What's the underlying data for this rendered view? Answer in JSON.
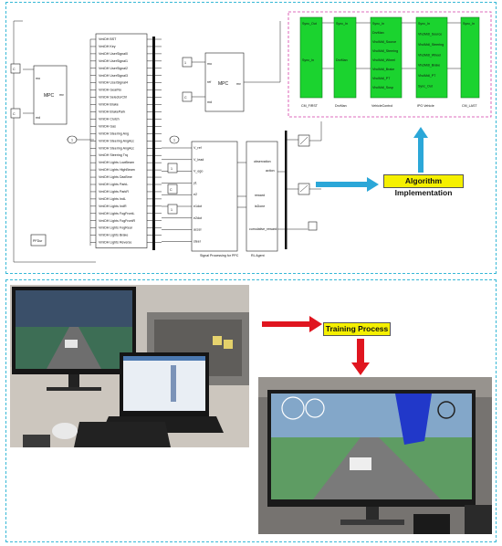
{
  "labels": {
    "algorithm_implementation": "Algorithm Implementation",
    "training_process": "Training Process"
  },
  "simulink": {
    "mpc_label": "MPC",
    "rl_agent_label": "RL Agent",
    "signal_processing_label": "Signal Processing for PPC",
    "pfdur_label": "PFDur",
    "bus_signals": [
      "VmiDH BST",
      "VmiDH Key",
      "VmiDH UserSignal0",
      "VmiDH UserSignal1",
      "VmiDH UserSignal2",
      "VmiDH UserSignal3",
      "VmiDH UserSignal4",
      "VmiDH GearNo",
      "VmiDH SelectorCtrl",
      "VmiDH Brake",
      "VmiDH BrakePark",
      "VmiDH Clutch",
      "VmiDH Gas",
      "VmiDH Steering Ang",
      "VmiDH Steering AngAcc",
      "VmiDH Steering AngAcc",
      "VmiDH Steering Trq",
      "VmiDH Lights LowBeam",
      "VmiDH Lights HighBeam",
      "VmiDH Lights DaxBme",
      "VmiDH Lights ParkL",
      "VmiDH Lights ParkR",
      "VmiDH Lights IndL",
      "VmiDH Lights IndR",
      "VmiDH Lights FogFrontL",
      "VmiDH Lights FogFrontR",
      "VmiDH Lights FogRear",
      "VmiDH Lights Brake",
      "VmiDH Lights Reverse"
    ],
    "sp_inputs": [
      "V_ref",
      "V_lead",
      "V_ego",
      "y1",
      "e2",
      "e1dot",
      "e2dot",
      "accel",
      "steer"
    ],
    "rl_inputs": [
      "observation",
      "reward",
      "isDone",
      "cumulative_reward"
    ],
    "rl_outputs": [
      "action"
    ],
    "mpc_ports": [
      "mo",
      "ref",
      "md",
      "mv"
    ],
    "const_values": [
      "C",
      "C",
      "1",
      "C",
      "1"
    ],
    "top_blocks": [
      {
        "name": "CM_FIRST",
        "ports": [
          "Sync_Out",
          "Sync_In"
        ]
      },
      {
        "name": "DrvMan",
        "ports": [
          "Sync_In",
          "DrvMan"
        ]
      },
      {
        "name": "VehicleControl",
        "ports": [
          "Sync_In",
          "DrvMan",
          "VhclMdl_Source",
          "VhclMdl_Steering",
          "VhclMdl_Wheel",
          "VhclMdl_Brake",
          "VhclMdl_PT",
          "VhclMdl_Susp"
        ]
      },
      {
        "name": "IPG Vehicle",
        "ports": [
          "Sync_In",
          "VhclMdl_Source",
          "VhclMdl_Steering",
          "VhclMdl_Wheel",
          "VhclMdl_Brake",
          "VhclMdl_PT",
          "Sync_Out"
        ]
      },
      {
        "name": "CM_LAST",
        "ports": [
          "Sync_In"
        ]
      }
    ]
  },
  "colors": {
    "panel_border": "#37b8d6",
    "callout": "#f5f000",
    "arrow_blue": "#2ba7d8",
    "arrow_red": "#e0151f",
    "sim_green": "#1bd32f",
    "magenta_border": "#d43ea6"
  }
}
